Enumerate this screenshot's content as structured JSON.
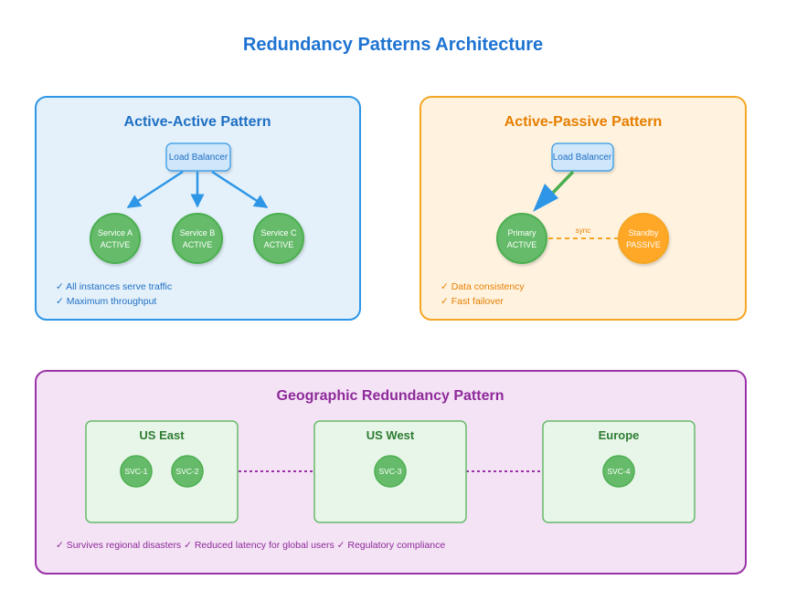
{
  "title": "Redundancy Patterns Architecture",
  "colors": {
    "title": "#1e73d2",
    "blue": "#2e96e6",
    "blue_fill": "#e4f1fb",
    "blue_text": "#1f6fc3",
    "orange": "#f5a623",
    "orange_fill": "#fff3e0",
    "orange_text": "#e67e00",
    "purple": "#9c32a8",
    "purple_fill": "#f4e3f5",
    "purple_text": "#8e2a9a",
    "green": "#4caf50",
    "green_fill": "#66bb6a",
    "green_dark": "#2e7d32",
    "region_fill": "#e8f5e9",
    "lb_fill": "#cfe6fb"
  },
  "active_active": {
    "title": "Active-Active Pattern",
    "load_balancer": "Load Balancer",
    "services": [
      {
        "name": "Service A",
        "state": "ACTIVE"
      },
      {
        "name": "Service B",
        "state": "ACTIVE"
      },
      {
        "name": "Service C",
        "state": "ACTIVE"
      }
    ],
    "benefits": [
      "✓ All instances serve traffic",
      "✓ Maximum throughput"
    ]
  },
  "active_passive": {
    "title": "Active-Passive Pattern",
    "load_balancer": "Load Balancer",
    "primary": {
      "name": "Primary",
      "state": "ACTIVE"
    },
    "standby": {
      "name": "Standby",
      "state": "PASSIVE"
    },
    "sync_label": "sync",
    "benefits": [
      "✓ Data consistency",
      "✓ Fast failover"
    ]
  },
  "geographic": {
    "title": "Geographic Redundancy Pattern",
    "regions": [
      {
        "name": "US East",
        "services": [
          "SVC-1",
          "SVC-2"
        ]
      },
      {
        "name": "US West",
        "services": [
          "SVC-3"
        ]
      },
      {
        "name": "Europe",
        "services": [
          "SVC-4"
        ]
      }
    ],
    "benefits": "✓ Survives regional disasters ✓ Reduced latency for global users ✓ Regulatory compliance"
  }
}
